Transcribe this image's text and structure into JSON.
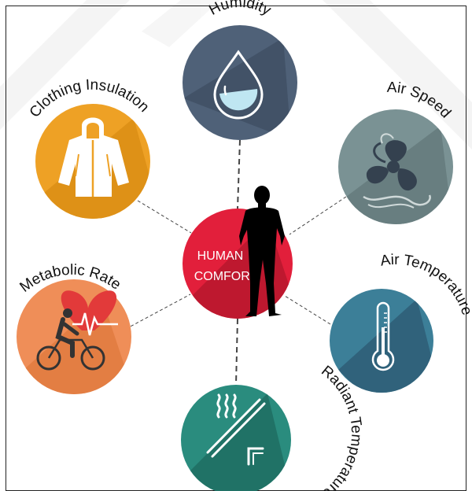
{
  "center": {
    "line1": "HUMAN",
    "line2": "COMFORT"
  },
  "factors": [
    {
      "id": "humidity",
      "label": "Humidity",
      "icon": "water-drop-icon",
      "color": "#4f6178"
    },
    {
      "id": "air-speed",
      "label": "Air Speed",
      "icon": "fan-icon",
      "color": "#7a9294"
    },
    {
      "id": "air-temperature",
      "label": "Air Temperature",
      "icon": "thermometer-icon",
      "color": "#3c7f98"
    },
    {
      "id": "radiant-temperature",
      "label": "Radiant Temperature",
      "icon": "radiant-heater-icon",
      "color": "#2a8c7e"
    },
    {
      "id": "metabolic-rate",
      "label": "Metabolic Rate",
      "icon": "cyclist-heart-icon",
      "color": "#ef8e58"
    },
    {
      "id": "clothing-insulation",
      "label": "Clothing Insulation",
      "icon": "jacket-icon",
      "color": "#eea125"
    }
  ],
  "colors": {
    "center": "#e21f3b",
    "connector": "#444444",
    "watermark": "#f1f1f1"
  }
}
